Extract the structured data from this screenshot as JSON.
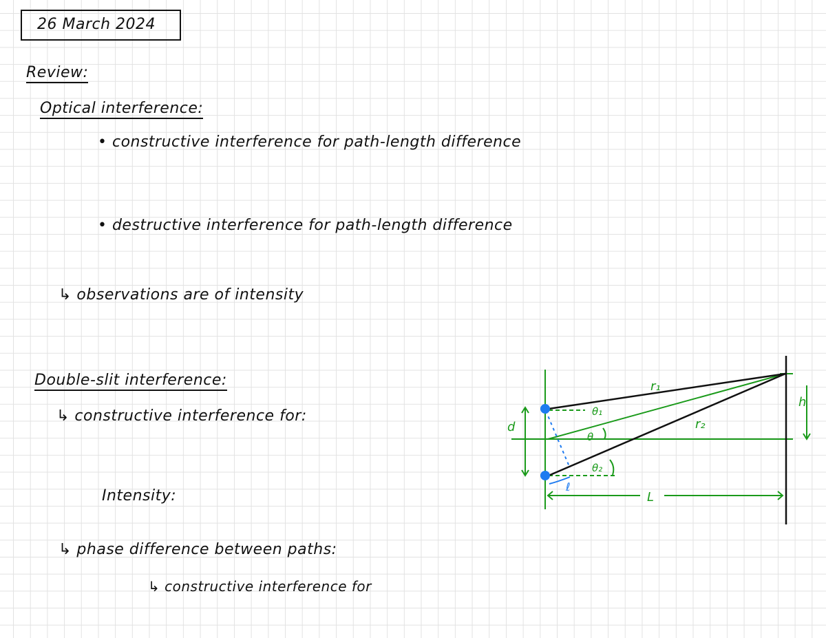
{
  "date": "26 March 2024",
  "review": {
    "heading": "Review:",
    "optical": {
      "heading": "Optical interference:",
      "bullet1": "• constructive interference for path-length difference",
      "bullet2": "• destructive interference for path-length difference",
      "note": "↳ observations are of intensity"
    }
  },
  "double_slit": {
    "heading": "Double-slit interference:",
    "constructive": "↳ constructive interference for:",
    "intensity": "Intensity:",
    "phase": "↳ phase difference between paths:",
    "constructive2": "↳ constructive interference for"
  },
  "diagram": {
    "labels": {
      "r1": "r₁",
      "r2": "r₂",
      "theta": "θ",
      "theta1": "θ₁",
      "theta2": "θ₂",
      "d": "d",
      "h": "h",
      "L": "L",
      "ell": "ℓ"
    },
    "colors": {
      "green": "#1a9a1a",
      "blue": "#1e7bf0",
      "black": "#111111"
    }
  }
}
